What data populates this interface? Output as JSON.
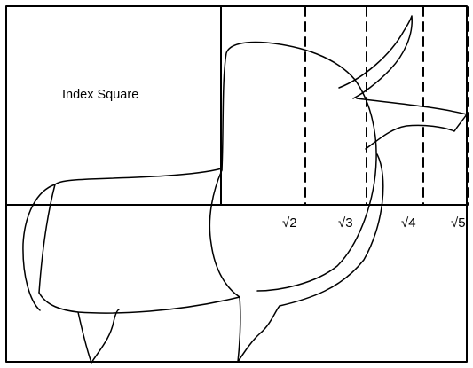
{
  "diagram": {
    "index_label": "Index Square",
    "root_labels": [
      "√2",
      "√3",
      "√4",
      "√5"
    ],
    "stroke_color": "#000000",
    "background_color": "#ffffff"
  }
}
